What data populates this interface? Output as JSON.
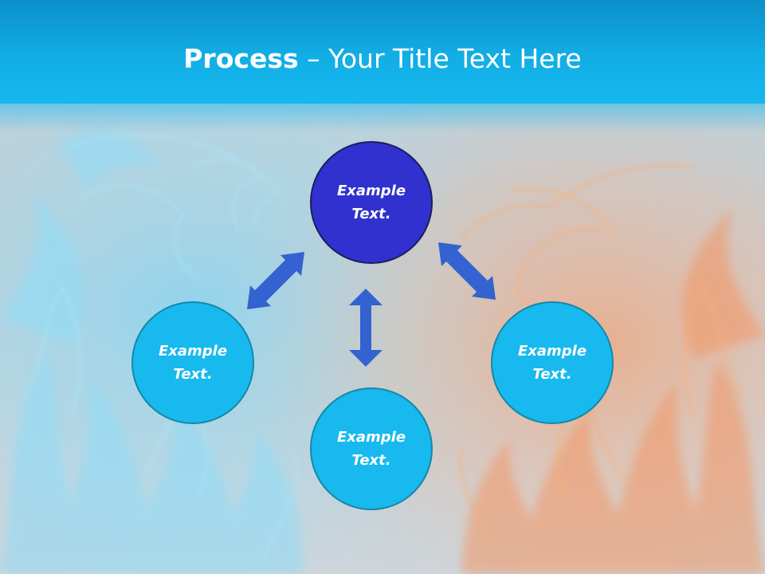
{
  "slide": {
    "title_bold": "Process",
    "title_rest": " – Your Title Text Here"
  },
  "diagram": {
    "nodes": [
      {
        "id": "top",
        "text": "Example Text."
      },
      {
        "id": "left",
        "text": "Example Text."
      },
      {
        "id": "bottom",
        "text": "Example Text."
      },
      {
        "id": "right",
        "text": "Example Text."
      }
    ],
    "connectors": [
      {
        "between": [
          "top",
          "left"
        ],
        "style": "double-arrow"
      },
      {
        "between": [
          "top",
          "bottom"
        ],
        "style": "double-arrow"
      },
      {
        "between": [
          "top",
          "right"
        ],
        "style": "double-arrow"
      }
    ]
  },
  "colors": {
    "header": "#12aee6",
    "center_node": "#3131cf",
    "outer_node": "#17b9ef",
    "arrow": "#2f5fcf",
    "background_left_flame": "#5fc8ee",
    "background_right_flame": "#f07a3a"
  }
}
